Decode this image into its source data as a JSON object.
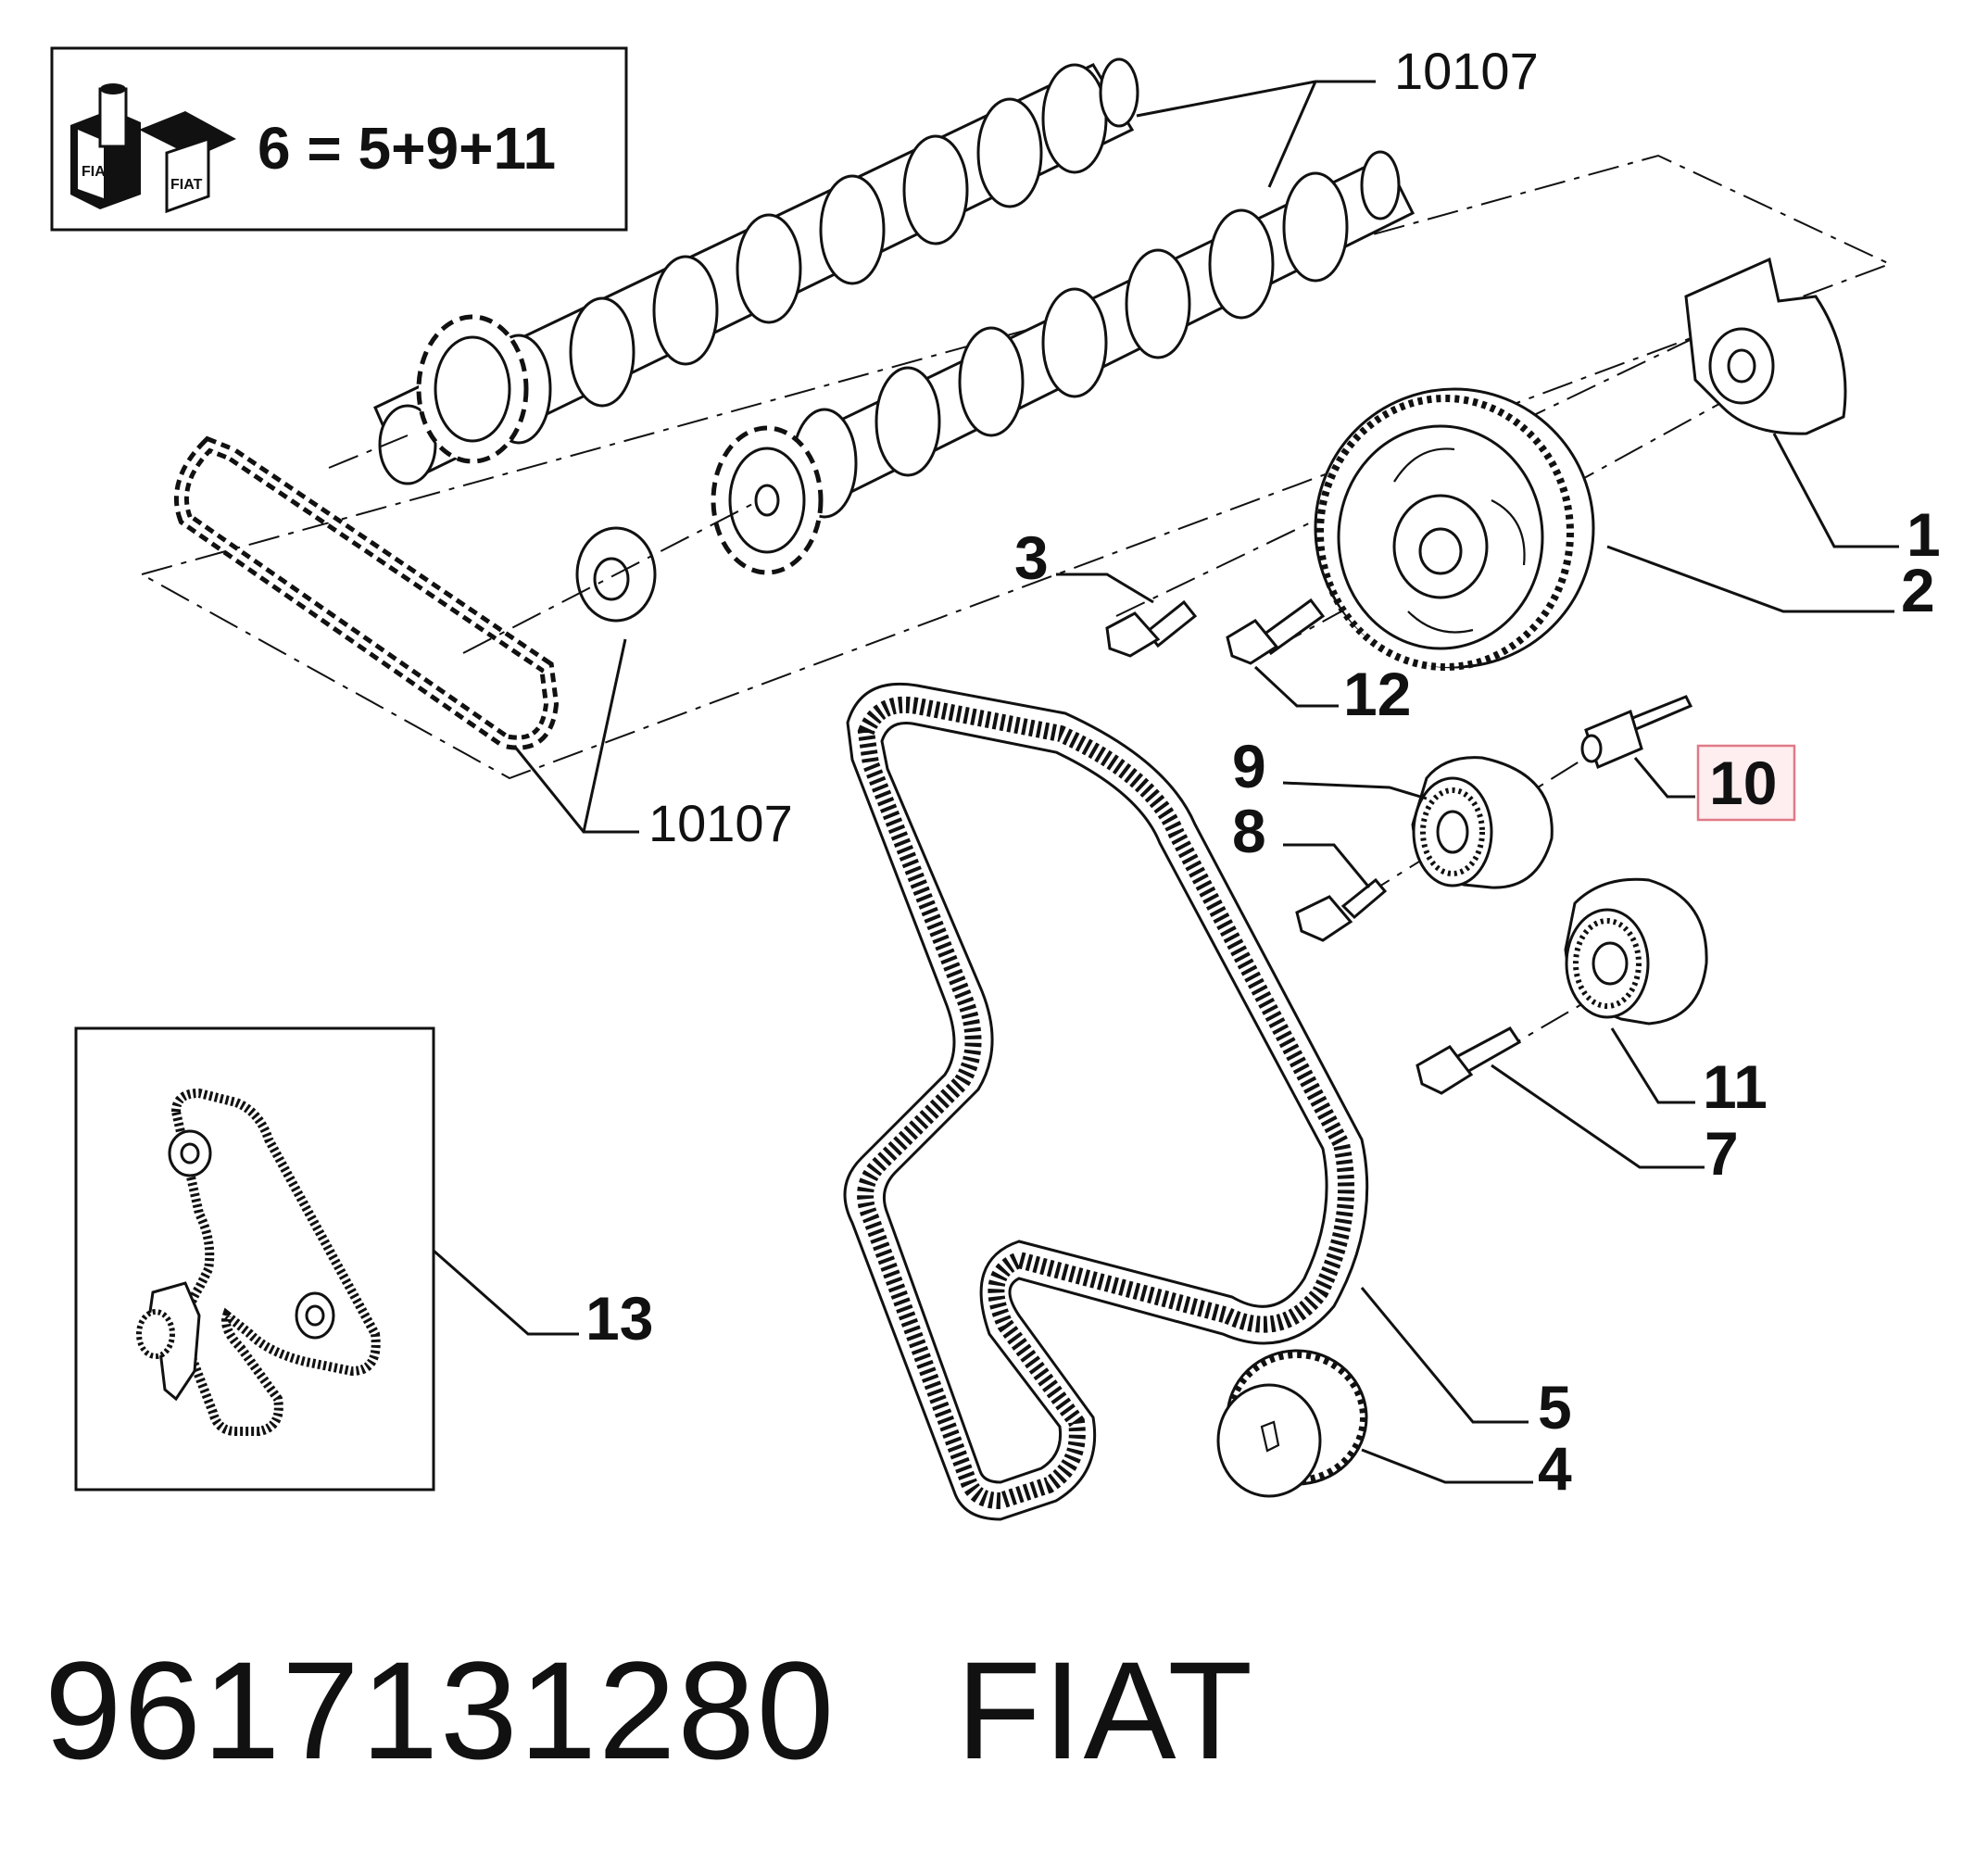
{
  "kit_box": {
    "formula": "6 = 5+9+11",
    "logo_text": "FIAT"
  },
  "callouts": {
    "p1": "1",
    "p2": "2",
    "p3": "3",
    "p4": "4",
    "p5": "5",
    "p7": "7",
    "p8": "8",
    "p9": "9",
    "p10": "10",
    "p11": "11",
    "p12": "12",
    "p13": "13",
    "ref_top": "10107",
    "ref_bottom": "10107"
  },
  "highlight_color": "#e07a88",
  "footer": {
    "part_number": "9617131280",
    "brand": "FIAT"
  }
}
